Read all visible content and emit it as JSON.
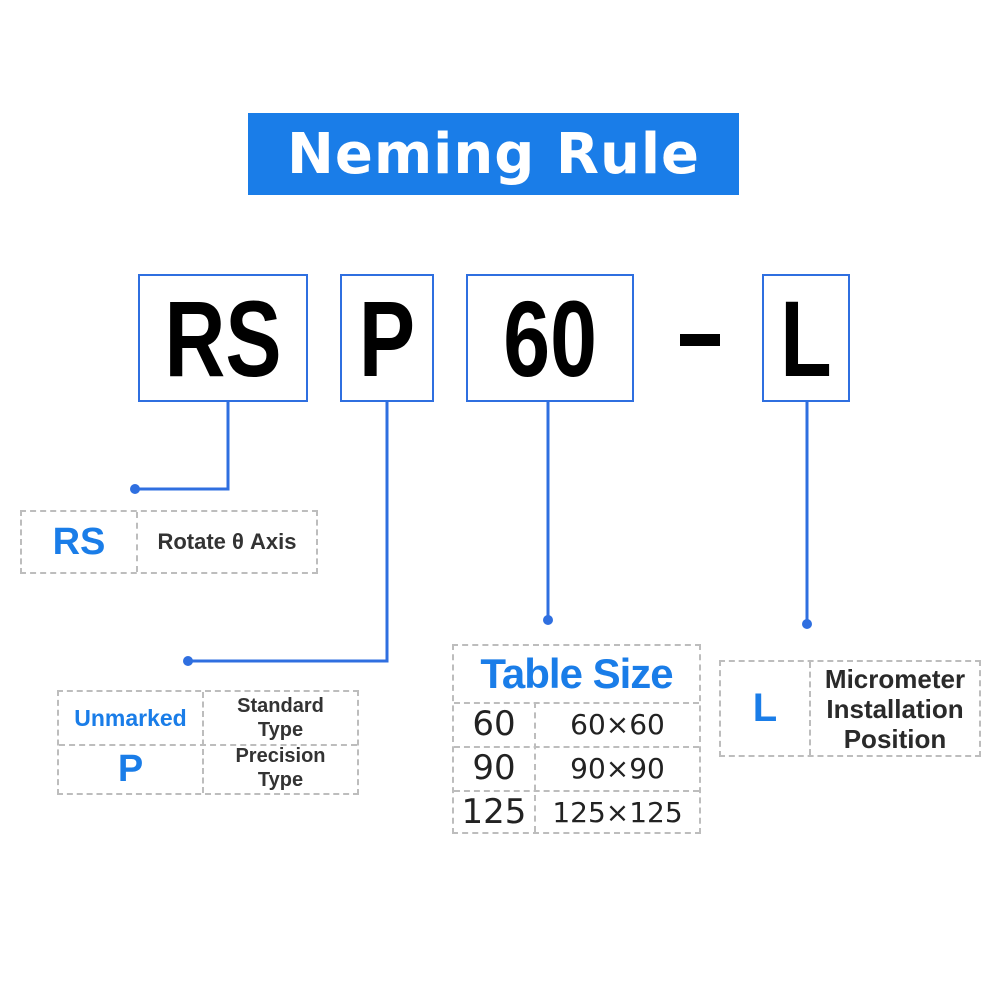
{
  "title": "Neming Rule",
  "code": {
    "part1": "RS",
    "part2": "P",
    "part3": "60",
    "dash": "-",
    "part4": "L"
  },
  "rs_table": {
    "key": "RS",
    "desc": "Rotate θ Axis"
  },
  "precision_table": {
    "rows": [
      {
        "key": "Unmarked",
        "desc": "Standard Type"
      },
      {
        "key": "P",
        "desc": "Precision Type"
      }
    ]
  },
  "size_table": {
    "header": "Table Size",
    "rows": [
      {
        "key": "60",
        "desc": "60×60"
      },
      {
        "key": "90",
        "desc": "90×90"
      },
      {
        "key": "125",
        "desc": "125×125"
      }
    ]
  },
  "l_table": {
    "key": "L",
    "desc": "Micrometer Installation Position"
  },
  "colors": {
    "accent": "#1a7de8",
    "border": "#2f6fe0",
    "dashed": "#bdbdbd"
  }
}
